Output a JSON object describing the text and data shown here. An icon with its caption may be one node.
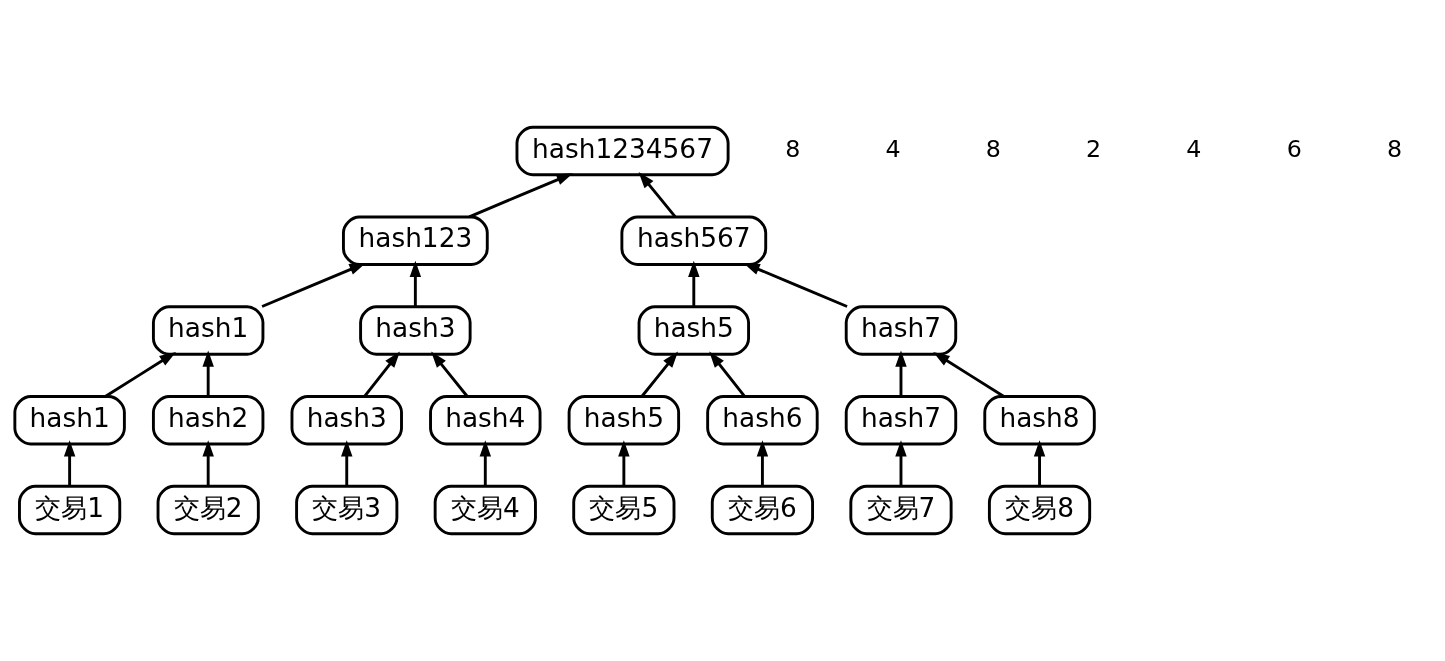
{
  "diagram": {
    "nodes": [
      {
        "text": [
          "hash1234567"
        ]
      },
      {
        "text": [
          "hash123"
        ]
      },
      {
        "text": [
          "hash567"
        ]
      },
      {
        "text": [
          "hash1"
        ]
      },
      {
        "text": [
          "hash3"
        ]
      },
      {
        "text": [
          "hash5"
        ]
      },
      {
        "text": [
          "hash7"
        ]
      },
      {
        "text": [
          "hash1"
        ]
      },
      {
        "text": [
          "hash2"
        ]
      },
      {
        "text": [
          "hash3"
        ]
      },
      {
        "text": [
          "hash4"
        ]
      },
      {
        "text": [
          "hash5"
        ]
      },
      {
        "text": [
          "hash6"
        ]
      },
      {
        "text": [
          "hash7"
        ]
      },
      {
        "text": [
          "hash8"
        ]
      },
      {
        "text": [
          "交易1"
        ]
      },
      {
        "text": [
          "交易2"
        ]
      },
      {
        "text": [
          "交易3"
        ]
      },
      {
        "text": [
          "交易4"
        ]
      },
      {
        "text": [
          "交易5"
        ]
      },
      {
        "text": [
          "交易6"
        ]
      },
      {
        "text": [
          "交易7"
        ]
      },
      {
        "text": [
          "交易8"
        ]
      }
    ],
    "edges": [
      {
        "from": 1,
        "to": 0,
        "arrow": "to"
      },
      {
        "from": 2,
        "to": 0,
        "arrow": "to"
      },
      {
        "from": 3,
        "to": 1,
        "arrow": "to"
      },
      {
        "from": 4,
        "to": 1,
        "arrow": "to"
      },
      {
        "from": 5,
        "to": 2,
        "arrow": "to"
      },
      {
        "from": 6,
        "to": 2,
        "arrow": "to"
      },
      {
        "from": 7,
        "to": 3,
        "arrow": "to"
      },
      {
        "from": 8,
        "to": 3,
        "arrow": "to"
      },
      {
        "from": 9,
        "to": 4,
        "arrow": "to"
      },
      {
        "from": 10,
        "to": 4,
        "arrow": "to"
      },
      {
        "from": 11,
        "to": 5,
        "arrow": "to"
      },
      {
        "from": 12,
        "to": 5,
        "arrow": "to"
      },
      {
        "from": 13,
        "to": 6,
        "arrow": "to"
      },
      {
        "from": 14,
        "to": 6,
        "arrow": "to"
      },
      {
        "from": 15,
        "to": 7,
        "arrow": "to"
      },
      {
        "from": 16,
        "to": 8,
        "arrow": "to"
      },
      {
        "from": 17,
        "to": 9,
        "arrow": "to"
      },
      {
        "from": 18,
        "to": 10,
        "arrow": "to"
      },
      {
        "from": 19,
        "to": 11,
        "arrow": "to"
      },
      {
        "from": 20,
        "to": 12,
        "arrow": "to"
      },
      {
        "from": 21,
        "to": 13,
        "arrow": "to"
      },
      {
        "from": 22,
        "to": 14,
        "arrow": "to"
      }
    ],
    "labels": [
      "8",
      "4",
      "8",
      "2",
      "4",
      "6",
      "8"
    ]
  }
}
